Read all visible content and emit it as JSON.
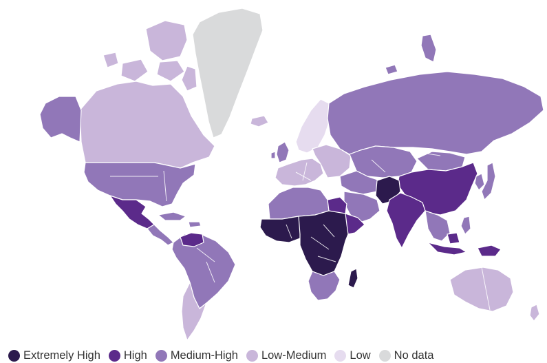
{
  "legend": [
    {
      "label": "Extremely High",
      "color": "#2c1a4d"
    },
    {
      "label": "High",
      "color": "#5b2a8a"
    },
    {
      "label": "Medium-High",
      "color": "#9177b8"
    },
    {
      "label": "Low-Medium",
      "color": "#c9b6da"
    },
    {
      "label": "Low",
      "color": "#e6dcef"
    },
    {
      "label": "No data",
      "color": "#d9dadb"
    }
  ],
  "regions": [
    {
      "name": "greenland",
      "level": "No data"
    },
    {
      "name": "canada",
      "level": "Low-Medium"
    },
    {
      "name": "canadian-arctic-islands",
      "level": "Low-Medium"
    },
    {
      "name": "alaska",
      "level": "Medium-High"
    },
    {
      "name": "united-states",
      "level": "Medium-High"
    },
    {
      "name": "mexico",
      "level": "High"
    },
    {
      "name": "central-america",
      "level": "Medium-High"
    },
    {
      "name": "caribbean",
      "level": "Medium-High"
    },
    {
      "name": "south-america",
      "level": "Medium-High"
    },
    {
      "name": "venezuela",
      "level": "High"
    },
    {
      "name": "chile-argentina",
      "level": "Low-Medium"
    },
    {
      "name": "iceland",
      "level": "Low-Medium"
    },
    {
      "name": "scandinavia",
      "level": "Low"
    },
    {
      "name": "western-europe",
      "level": "Low-Medium"
    },
    {
      "name": "uk-ireland",
      "level": "Medium-High"
    },
    {
      "name": "eastern-europe",
      "level": "Low-Medium"
    },
    {
      "name": "russia",
      "level": "Medium-High"
    },
    {
      "name": "russian-arctic-islands",
      "level": "Medium-High"
    },
    {
      "name": "central-asia",
      "level": "Medium-High"
    },
    {
      "name": "mongolia",
      "level": "Medium-High"
    },
    {
      "name": "china",
      "level": "High"
    },
    {
      "name": "japan",
      "level": "Medium-High"
    },
    {
      "name": "korea",
      "level": "Medium-High"
    },
    {
      "name": "middle-east",
      "level": "Medium-High"
    },
    {
      "name": "arabian-peninsula",
      "level": "Medium-High"
    },
    {
      "name": "south-asia",
      "level": "Extremely High"
    },
    {
      "name": "india",
      "level": "High"
    },
    {
      "name": "southeast-asia",
      "level": "Medium-High"
    },
    {
      "name": "indonesia",
      "level": "High"
    },
    {
      "name": "papua",
      "level": "High"
    },
    {
      "name": "philippines",
      "level": "Medium-High"
    },
    {
      "name": "north-africa",
      "level": "Medium-High"
    },
    {
      "name": "egypt",
      "level": "High"
    },
    {
      "name": "west-africa",
      "level": "Extremely High"
    },
    {
      "name": "central-east-africa",
      "level": "Extremely High"
    },
    {
      "name": "horn-of-africa",
      "level": "High"
    },
    {
      "name": "southern-africa",
      "level": "Medium-High"
    },
    {
      "name": "madagascar",
      "level": "Extremely High"
    },
    {
      "name": "australia",
      "level": "Low-Medium"
    },
    {
      "name": "new-zealand",
      "level": "Low-Medium"
    }
  ]
}
